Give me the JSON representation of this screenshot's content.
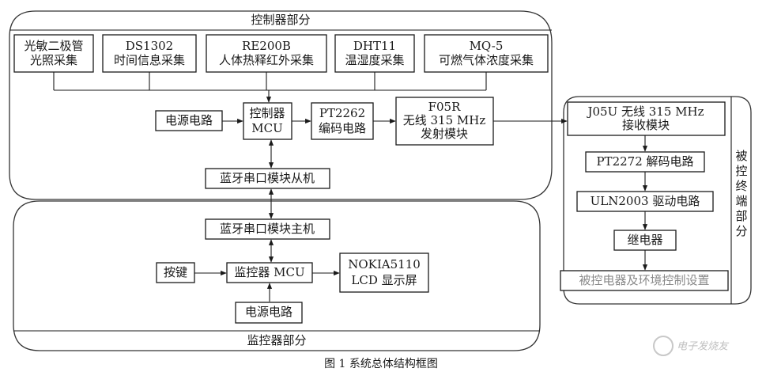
{
  "diagram": {
    "panels": {
      "control_title": "控制器部分",
      "monitor_title": "监控器部分",
      "terminal_title": [
        "被",
        "控",
        "终",
        "端",
        "部",
        "分"
      ]
    },
    "sensors": [
      {
        "line1": "光敏二极管",
        "line2": "光照采集"
      },
      {
        "line1": "DS1302",
        "line2": "时间信息采集"
      },
      {
        "line1": "RE200B",
        "line2": "人体热释红外采集"
      },
      {
        "line1": "DHT11",
        "line2": "温湿度采集"
      },
      {
        "line1": "MQ-5",
        "line2": "可燃气体浓度采集"
      }
    ],
    "control": {
      "power": "电源电路",
      "mcu_line1": "控制器",
      "mcu_line2": "MCU",
      "encoder_line1": "PT2262",
      "encoder_line2": "编码电路",
      "tx_line1": "F05R",
      "tx_line2": "无线 315  MHz",
      "tx_line3": "发射模块",
      "bt_slave": "蓝牙串口模块从机"
    },
    "monitor": {
      "bt_master": "蓝牙串口模块主机",
      "key": "按键",
      "mcu": "监控器 MCU",
      "lcd_line1": "NOKIA5110",
      "lcd_line2": "LCD 显示屏",
      "power": "电源电路"
    },
    "terminal": {
      "rx_line1": "J05U 无线 315  MHz",
      "rx_line2": "接收模块",
      "decoder": "PT2272 解码电路",
      "driver": "ULN2003 驱动电路",
      "relay": "继电器",
      "appliance": "被控电器及环境控制设置"
    },
    "caption": "图 1    系统总体结构框图",
    "watermark": "电子发烧友"
  }
}
